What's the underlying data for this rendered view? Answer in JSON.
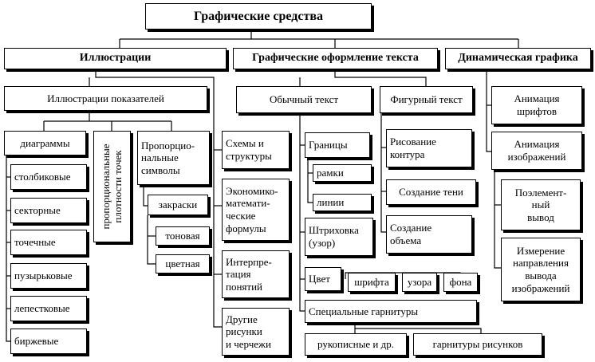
{
  "diagram": {
    "root": "Графические средства",
    "illustrations": "Иллюстрации",
    "text_design": "Графические оформление текста",
    "dynamic": "Динамическая графика",
    "indicators": "Иллюстрации показателей",
    "diagrams": "диаграммы",
    "bar": "столбиковые",
    "sector": "секторные",
    "point": "точечные",
    "bubble": "пузырьковые",
    "petal": "лепестковые",
    "exchange": "биржевые",
    "density": "пропорциональные\nплотности точек",
    "prop_symbols": "Пропорцио-\nнальные\nсимволы",
    "shading": "закраски",
    "tonal": "тоновая",
    "color_fill": "цветная",
    "schemes": "Схемы и\nструктуры",
    "formulas": "Экономико-\nматемати-\nческие\nформулы",
    "interpretation": "Интерпре-\nтация\nпонятий",
    "other": "Другие\nрисунки\nи черчежи",
    "plain_text": "Обычный текст",
    "figured_text": "Фигурный текст",
    "borders": "Границы",
    "frames": "рамки",
    "lines": "линии",
    "hatching": "Штриховка\n(узор)",
    "color": "Цвет",
    "font": "шрифта",
    "pattern": "узора",
    "background": "фона",
    "special_fonts": "Специальные гарнитуры",
    "handwritten": "рукописные и др.",
    "picture_fonts": "гарнитуры рисунков",
    "contour": "Рисование\nконтура",
    "shadow": "Создание тени",
    "volume": "Создание\nобъема",
    "font_anim": "Анимация\nшрифтов",
    "image_anim": "Анимация\nизображений",
    "elementwise": "Поэлемент-\nный\nвывод",
    "direction": "Измерение\nнаправления\nвывода\nизображений"
  }
}
